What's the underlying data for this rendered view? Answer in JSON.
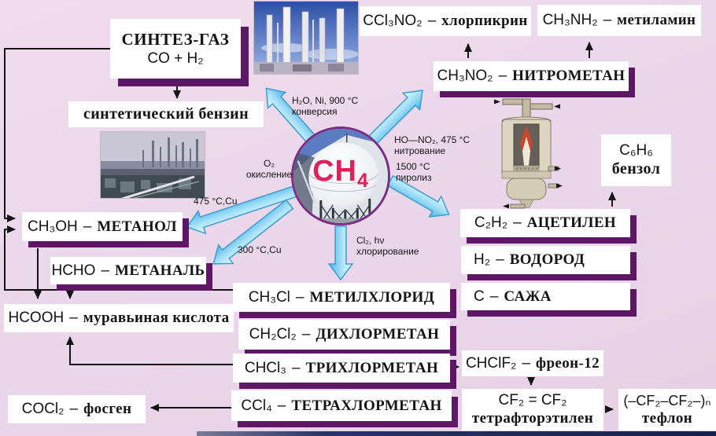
{
  "diagram": {
    "center_formula": {
      "main": "CH",
      "sub": "4"
    },
    "separator": "–",
    "reaction_labels": {
      "conversion": {
        "line1": "H₂O, Ni, 900 °C",
        "line2": "конверсия"
      },
      "nitration": {
        "line1": "HO—NO₂, 475 °C",
        "line2": "нитрование"
      },
      "pyrolysis": {
        "line1": "1500 °C",
        "line2": "пиролиз"
      },
      "oxidation": {
        "line1": "O₂",
        "line2": "окисление"
      },
      "cond_475": "475 °C,Cu",
      "cond_300": "300 °C,Cu",
      "chlorination": {
        "line1": "Cl₂, hν",
        "line2": "хлорирование"
      }
    },
    "boxes": {
      "syngas": {
        "line1": "СИНТЕЗ-ГАЗ",
        "line2": "CO + H₂"
      },
      "synthetic_petrol": {
        "name": "синтетический бензин"
      },
      "chlorpicrin": {
        "formula": "CCl₃NO₂",
        "name": "хлорпикрин"
      },
      "methylamine": {
        "formula": "CH₃NH₂",
        "name": "метиламин"
      },
      "nitromethane": {
        "formula": "CH₃NO₂",
        "name": "НИТРОМЕТАН"
      },
      "benzene": {
        "formula": "C₆H₆",
        "name": "бензол"
      },
      "methanol": {
        "formula": "CH₃OH",
        "name": "МЕТАНОЛ"
      },
      "methanal": {
        "formula": "HCHO",
        "name": "МЕТАНАЛЬ"
      },
      "formic_acid": {
        "formula": "HCOOH",
        "name": "муравьиная кислота"
      },
      "phosgene": {
        "formula": "COCl₂",
        "name": "фосген"
      },
      "methyl_chloride": {
        "formula": "CH₃Cl",
        "name": "МЕТИЛХЛОРИД"
      },
      "dichloromethane": {
        "formula": "CH₂Cl₂",
        "name": "ДИХЛОРМЕТАН"
      },
      "trichloromethane": {
        "formula": "CHCl₃",
        "name": "ТРИХЛОРМЕТАН"
      },
      "tetrachloromethane": {
        "formula": "CCl₄",
        "name": "ТЕТРАХЛОРМЕТАН"
      },
      "acetylene": {
        "formula": "C₂H₂",
        "name": "АЦЕТИЛЕН"
      },
      "hydrogen": {
        "formula": "H₂",
        "name": "ВОДОРОД"
      },
      "soot": {
        "formula": "C",
        "name": "САЖА"
      },
      "freon": {
        "formula": "CHClF₂",
        "name": "фреон-12"
      },
      "tetrafluoroethylene": {
        "formula": "CF₂ = CF₂",
        "name": "тетрафторэтилен"
      },
      "teflon": {
        "formula": "(–CF₂–CF₂–)ₙ",
        "name": "тефлон"
      }
    },
    "images": {
      "top_photo": "chemical-plant-photo",
      "left_photo": "refinery-panorama-photo",
      "reactor": "reactor-apparatus-illustration",
      "center": "gas-sphere-photo"
    },
    "colors": {
      "background": "#ecdaec",
      "box_fill": "#ffffff",
      "box_shadow": "#5e1765",
      "arrow_fill_light": "#d6f1fc",
      "arrow_fill_dark": "#5fc0ec",
      "arrow_stroke": "#3f9ccf",
      "ch4_red": "#df2059",
      "connector_black": "#141414",
      "circle_ring": "#7b2d84",
      "bottom_strip": "#2b3b6b"
    }
  }
}
